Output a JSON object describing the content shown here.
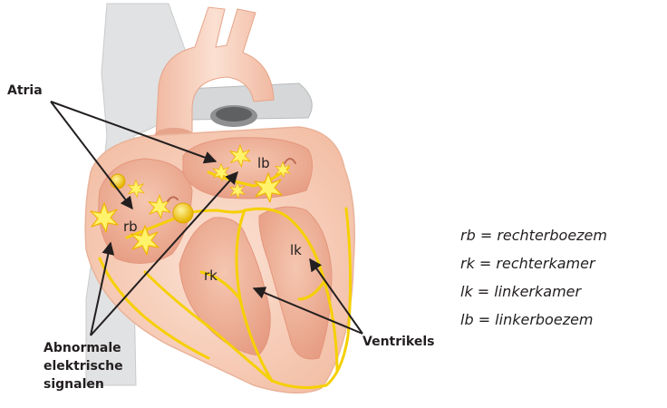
{
  "callouts": {
    "atria": "Atria",
    "abnormal": [
      "Abnormale",
      "elektrische",
      "signalen"
    ],
    "ventricles": "Ventrikels"
  },
  "chambers": {
    "rb": "rb",
    "lb": "lb",
    "rk": "rk",
    "lk": "lk"
  },
  "legend": [
    "rb = rechterboezem",
    "rk = rechterkamer",
    "lk = linkerkamer",
    "lb = linkerboezem"
  ],
  "colors": {
    "vessel_grey": "#e1e2e3",
    "heart_outer": "#f8d4c2",
    "heart_muscle": "#f5c3ad",
    "chamber_inner": "#eaa58d",
    "conduction": "#f6d000",
    "spark": "#fff36b",
    "arrow": "#231f20"
  },
  "icons": [
    "spark-icon",
    "node-icon"
  ]
}
